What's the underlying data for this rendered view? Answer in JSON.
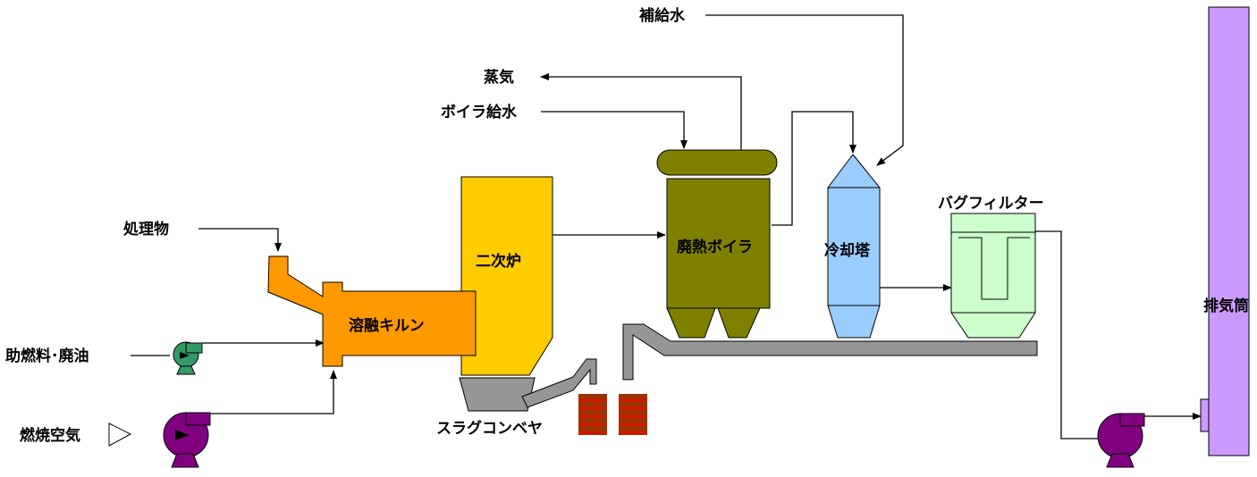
{
  "labels": {
    "processed_material": "処理物",
    "aux_fuel": "助燃料･廃油",
    "combustion_air": "燃焼空気",
    "kiln": "溶融キルン",
    "secondary_furnace": "二次炉",
    "slag_conveyor": "スラグコンベヤ",
    "steam": "蒸気",
    "boiler_feedwater": "ボイラ給水",
    "makeup_water": "補給水",
    "waste_heat_boiler": "廃熱ボイラ",
    "cooling_tower": "冷却塔",
    "bag_filter": "バグフィルター",
    "stack": "排気筒"
  },
  "colors": {
    "kiln": "#ff9900",
    "secondary_furnace": "#ffcc00",
    "boiler": "#808000",
    "cooling_tower": "#99ccff",
    "bag_filter": "#ccffcc",
    "stack": "#cc99ff",
    "conveyor": "#969696",
    "fuel_pump": "#339966",
    "air_fan": "#800080",
    "slag_container": "#993300",
    "slag_container_edge": "#ff0000"
  }
}
